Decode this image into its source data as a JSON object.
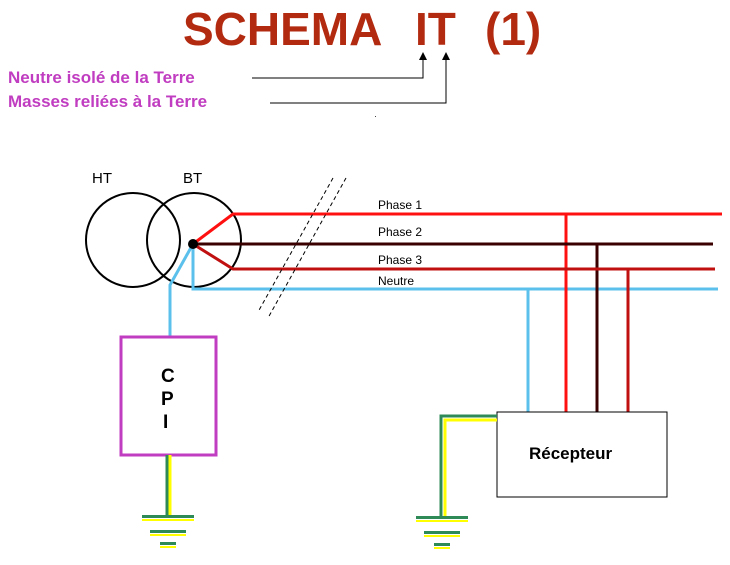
{
  "title": {
    "main": "SCHEMA",
    "code": "IT",
    "number": "(1)"
  },
  "legend": {
    "line1": "Neutre isolé de la Terre",
    "line2": "Masses reliées à la Terre"
  },
  "transformer": {
    "ht": "HT",
    "bt": "BT"
  },
  "conductors": {
    "phase1": "Phase 1",
    "phase2": "Phase 2",
    "phase3": "Phase 3",
    "neutre": "Neutre"
  },
  "cpi": {
    "l1": "C",
    "l2": "P",
    "l3": "I"
  },
  "receiver": {
    "label": "Récepteur"
  },
  "colors": {
    "title": "#b22a10",
    "legend": "#c03cc0",
    "phase1": "#ff1010",
    "phase2": "#3a0000",
    "phase3": "#c01010",
    "neutre": "#5bc0eb",
    "cpi_border": "#c03cc0",
    "earth_green": "#2e8b57",
    "earth_yellow": "#ffff00"
  }
}
